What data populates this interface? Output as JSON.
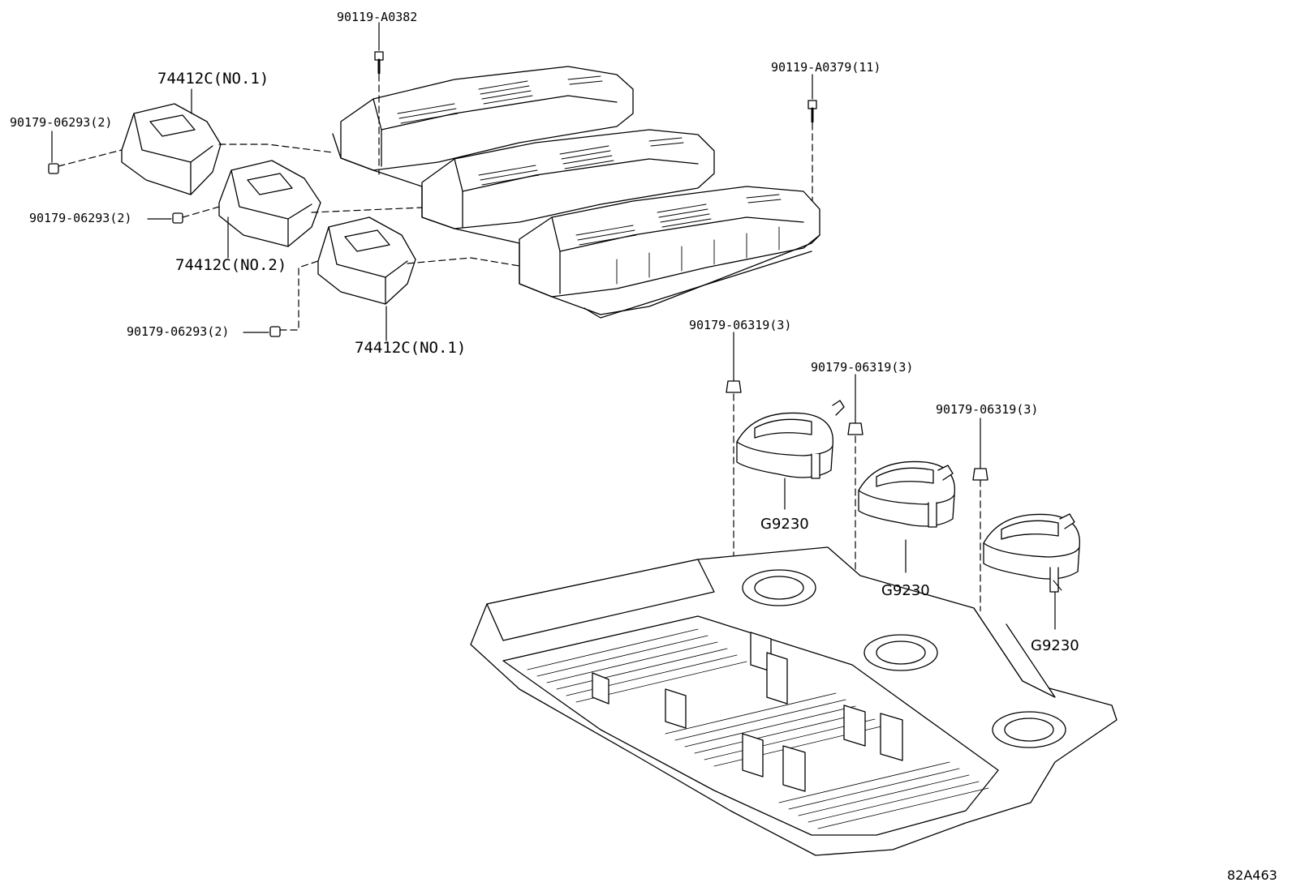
{
  "labels": {
    "bolt_top": "90119-A0382",
    "bolt_right": "90119-A0379(11)",
    "nut_a": "90179-06293(2)",
    "nut_b": "90179-06293(2)",
    "nut_c": "90179-06293(2)",
    "cover_no1_top": "74412C(NO.1)",
    "cover_no2": "74412C(NO.2)",
    "cover_no1_bottom": "74412C(NO.1)",
    "nut_fan_1": "90179-06319(3)",
    "nut_fan_2": "90179-06319(3)",
    "nut_fan_3": "90179-06319(3)",
    "fan_1": "G9230",
    "fan_2": "G9230",
    "fan_3": "G9230"
  },
  "reference_code": "82A463"
}
